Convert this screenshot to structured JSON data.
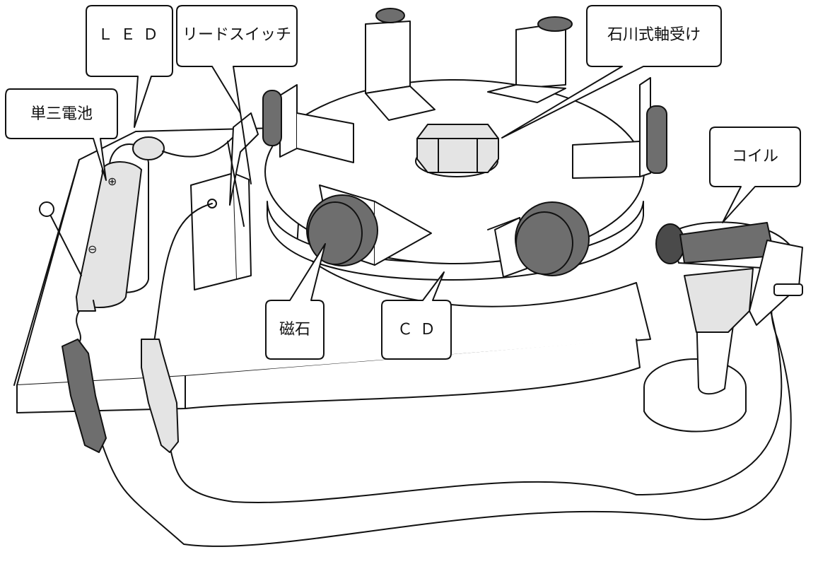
{
  "labels": {
    "battery": "単三電池",
    "led": "ＬＥＤ",
    "reed_switch": "リードスイッチ",
    "bearing": "石川式軸受け",
    "coil": "コイル",
    "magnet": "磁石",
    "cd": "ＣＤ"
  },
  "colors": {
    "line": "#111111",
    "magnet": "#6e6e6e",
    "magnet_dark": "#4a4a4a",
    "light_fill": "#e4e4e4",
    "paper": "#ffffff"
  }
}
